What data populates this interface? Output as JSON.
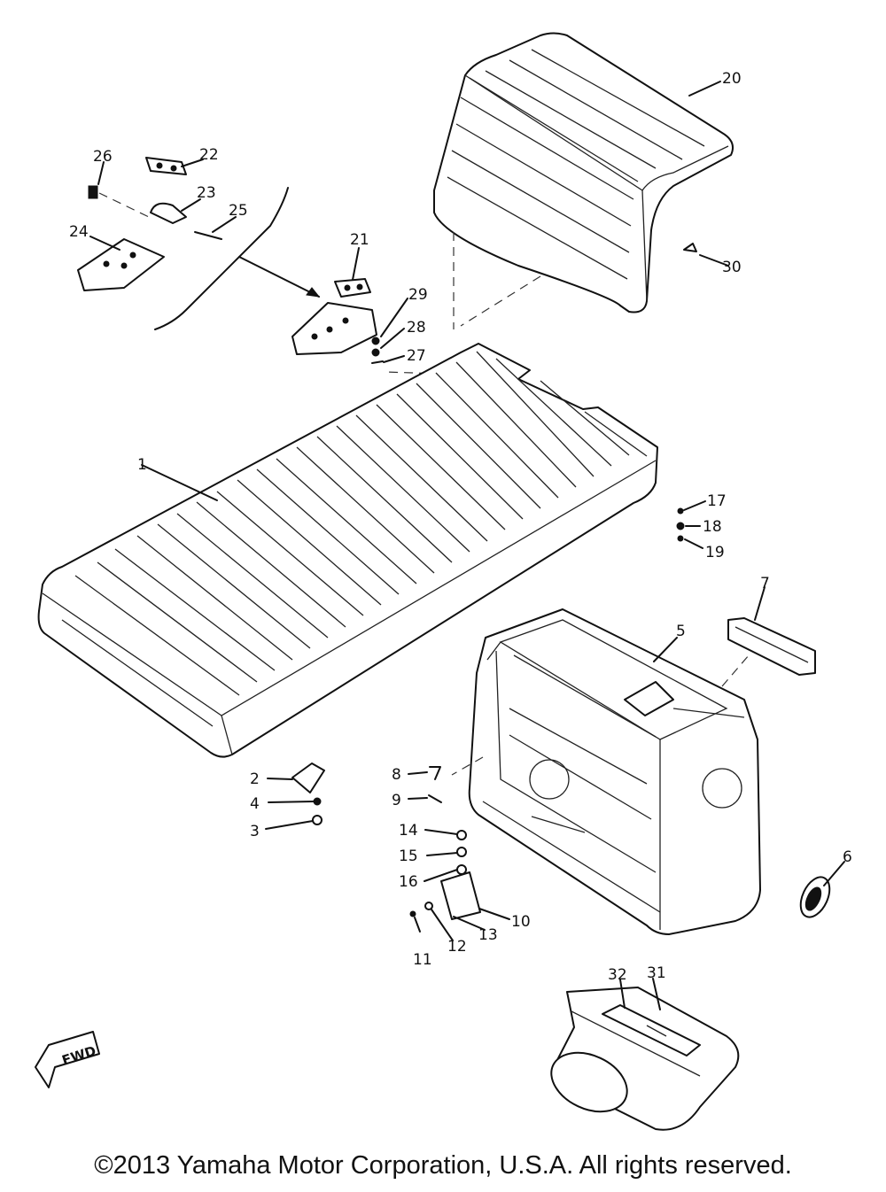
{
  "diagram": {
    "callouts": [
      "1",
      "2",
      "3",
      "4",
      "5",
      "6",
      "7",
      "8",
      "9",
      "10",
      "11",
      "12",
      "13",
      "14",
      "15",
      "16",
      "17",
      "18",
      "19",
      "20",
      "21",
      "22",
      "23",
      "24",
      "25",
      "26",
      "27",
      "28",
      "29",
      "30",
      "31",
      "32"
    ],
    "fwd_label": "FWD"
  },
  "footer": {
    "copyright": "©2013 Yamaha Motor Corporation, U.S.A. All rights reserved."
  }
}
